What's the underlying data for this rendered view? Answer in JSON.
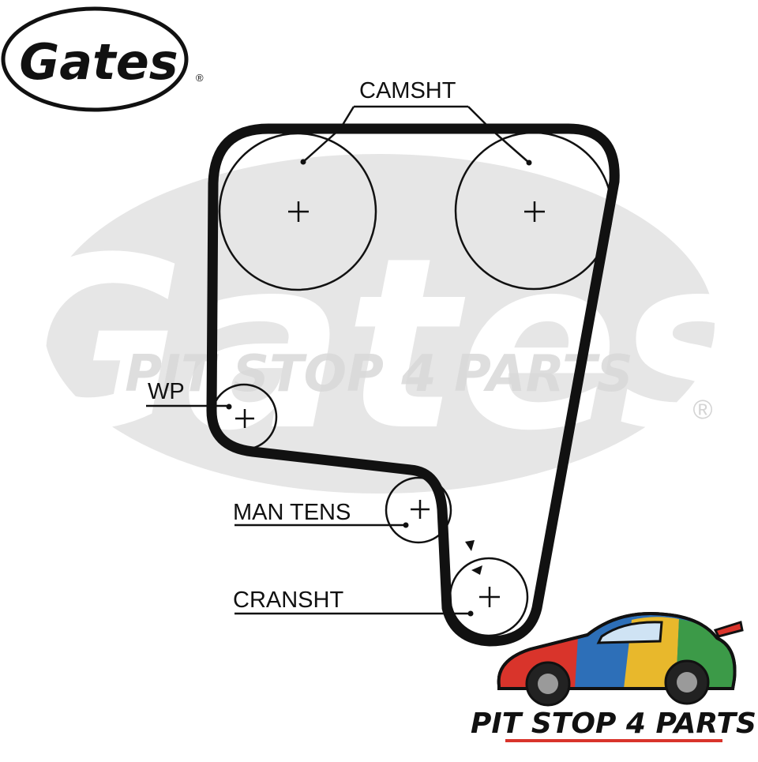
{
  "brand": {
    "logo_text": "Gates",
    "registered_mark": "®"
  },
  "watermark": {
    "gates_text": "Gates",
    "registered_mark": "®",
    "shop_text": "PIT STOP 4 PARTS"
  },
  "labels": {
    "camshaft": "CAMSHT",
    "water_pump": "WP",
    "manual_tensioner": "MAN TENS",
    "crankshaft": "CRANSHT"
  },
  "shop_logo": {
    "text": "PIT STOP 4 PARTS"
  },
  "colors": {
    "ink": "#111111",
    "watermark_gray": "#e4e4e4",
    "car_red": "#d9342b",
    "car_blue": "#2d6fb8",
    "car_yellow": "#e8b82c",
    "car_green": "#3c9a48"
  }
}
